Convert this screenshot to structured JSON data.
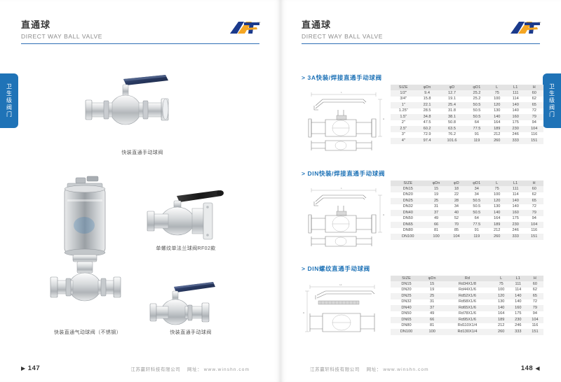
{
  "brand": {
    "logo_text": "AT",
    "tm": "TM"
  },
  "side_tabs": {
    "left_label": "卫生级阀门",
    "right_label": "卫生级阀门"
  },
  "left_page": {
    "header": {
      "title_cn": "直通球",
      "title_en": "DIRECT WAY BALL VALVE"
    },
    "products": [
      {
        "caption": "快装直通手动球阀"
      },
      {
        "caption": "单螺纹单法兰球阀RF02款"
      },
      {
        "caption": "快装直通气动球阀（不锈钢）"
      },
      {
        "caption": "快装直通手动球阀"
      }
    ],
    "footer": {
      "page_number": "147",
      "company": "江苏赢轩科技有限公司",
      "website_label": "网址：",
      "website": "www.winshn.com"
    }
  },
  "right_page": {
    "header": {
      "title_cn": "直通球",
      "title_en": "DIRECT WAY BALL VALVE"
    },
    "sections": [
      {
        "title": "> 3A快装/焊接直通手动球阀",
        "columns": [
          "SIZE",
          "φDn",
          "φD",
          "φD1",
          "L",
          "L1",
          "H"
        ],
        "rows": [
          [
            "1/2\"",
            "9.4",
            "12.7",
            "25.2",
            "75",
            "111",
            "60"
          ],
          [
            "3/4\"",
            "15.8",
            "19.1",
            "25.2",
            "100",
            "114",
            "62"
          ],
          [
            "1\"",
            "22.1",
            "25.4",
            "50.5",
            "120",
            "140",
            "65"
          ],
          [
            "1.25\"",
            "28.5",
            "31.8",
            "50.5",
            "130",
            "140",
            "72"
          ],
          [
            "1.5\"",
            "34.8",
            "38.1",
            "50.5",
            "140",
            "160",
            "79"
          ],
          [
            "2\"",
            "47.5",
            "50.8",
            "64",
            "164",
            "175",
            "94"
          ],
          [
            "2.5\"",
            "60.2",
            "63.5",
            "77.5",
            "189",
            "230",
            "104"
          ],
          [
            "3\"",
            "72.9",
            "76.2",
            "91",
            "212",
            "246",
            "116"
          ],
          [
            "4\"",
            "97.4",
            "101.6",
            "119",
            "260",
            "333",
            "151"
          ]
        ]
      },
      {
        "title": "> DIN快装/焊接直通手动球阀",
        "columns": [
          "SIZE",
          "φDn",
          "φD",
          "φD1",
          "L",
          "L1",
          "H"
        ],
        "rows": [
          [
            "DN15",
            "15",
            "18",
            "34",
            "75",
            "111",
            "60"
          ],
          [
            "DN20",
            "19",
            "22",
            "34",
            "100",
            "114",
            "62"
          ],
          [
            "DN25",
            "25",
            "28",
            "50.5",
            "120",
            "140",
            "65"
          ],
          [
            "DN32",
            "31",
            "34",
            "50.5",
            "130",
            "140",
            "72"
          ],
          [
            "DN40",
            "37",
            "40",
            "50.5",
            "140",
            "160",
            "79"
          ],
          [
            "DN50",
            "49",
            "52",
            "64",
            "164",
            "175",
            "94"
          ],
          [
            "DN65",
            "66",
            "70",
            "77.5",
            "189",
            "230",
            "104"
          ],
          [
            "DN80",
            "81",
            "85",
            "91",
            "212",
            "246",
            "116"
          ],
          [
            "DN100",
            "100",
            "104",
            "119",
            "260",
            "333",
            "151"
          ]
        ]
      },
      {
        "title": "> DIN螺纹直通手动球阀",
        "columns": [
          "SIZE",
          "φDn",
          "Rd",
          "L",
          "L1",
          "H"
        ],
        "rows": [
          [
            "DN15",
            "15",
            "Rd34X1/8",
            "75",
            "111",
            "60"
          ],
          [
            "DN20",
            "19",
            "Rd44X1/6",
            "100",
            "114",
            "62"
          ],
          [
            "DN25",
            "25",
            "Rd52X1/6",
            "120",
            "140",
            "65"
          ],
          [
            "DN32",
            "31",
            "Rd58X1/6",
            "130",
            "140",
            "72"
          ],
          [
            "DN40",
            "37",
            "Rd65X1/6",
            "140",
            "160",
            "79"
          ],
          [
            "DN50",
            "49",
            "Rd78X1/6",
            "164",
            "175",
            "94"
          ],
          [
            "DN65",
            "66",
            "Rd95X1/6",
            "189",
            "230",
            "104"
          ],
          [
            "DN80",
            "81",
            "Rd110X1/4",
            "212",
            "246",
            "116"
          ],
          [
            "DN100",
            "100",
            "Rd130X1/4",
            "260",
            "333",
            "151"
          ]
        ]
      }
    ],
    "footer": {
      "page_number": "148",
      "company": "江苏赢轩科技有限公司",
      "website_label": "网址：",
      "website": "www.winshn.com"
    }
  },
  "colors": {
    "accent_blue": "#1f73b7",
    "rule_blue": "#2f6fb5",
    "logo_orange": "#f5a623",
    "logo_navy": "#1b3a8c",
    "table_header_bg": "#e3e3e3",
    "table_stripe_bg": "#f2f2f2"
  }
}
